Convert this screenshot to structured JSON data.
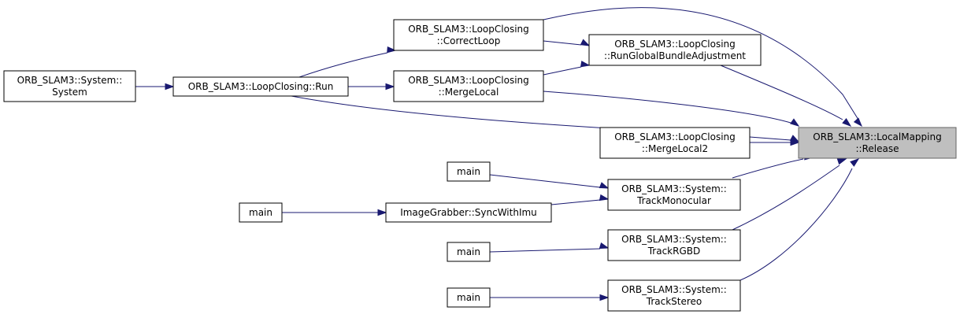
{
  "graph": {
    "nodes": {
      "release": {
        "lines": [
          "ORB_SLAM3::LocalMapping",
          "::Release"
        ]
      },
      "mergelocal2": {
        "lines": [
          "ORB_SLAM3::LoopClosing",
          "::MergeLocal2"
        ]
      },
      "rungba": {
        "lines": [
          "ORB_SLAM3::LoopClosing",
          "::RunGlobalBundleAdjustment"
        ]
      },
      "correctloop": {
        "lines": [
          "ORB_SLAM3::LoopClosing",
          "::CorrectLoop"
        ]
      },
      "mergelocal": {
        "lines": [
          "ORB_SLAM3::LoopClosing",
          "::MergeLocal"
        ]
      },
      "lcrun": {
        "lines": [
          "ORB_SLAM3::LoopClosing::Run"
        ]
      },
      "system": {
        "lines": [
          "ORB_SLAM3::System::",
          "System"
        ]
      },
      "trackmono": {
        "lines": [
          "ORB_SLAM3::System::",
          "TrackMonocular"
        ]
      },
      "trackrgbd": {
        "lines": [
          "ORB_SLAM3::System::",
          "TrackRGBD"
        ]
      },
      "trackstereo": {
        "lines": [
          "ORB_SLAM3::System::",
          "TrackStereo"
        ]
      },
      "syncimu": {
        "lines": [
          "ImageGrabber::SyncWithImu"
        ]
      },
      "main_mono": {
        "lines": [
          "main"
        ]
      },
      "main_sync": {
        "lines": [
          "main"
        ]
      },
      "main_rgbd": {
        "lines": [
          "main"
        ]
      },
      "main_stereo": {
        "lines": [
          "main"
        ]
      }
    }
  }
}
